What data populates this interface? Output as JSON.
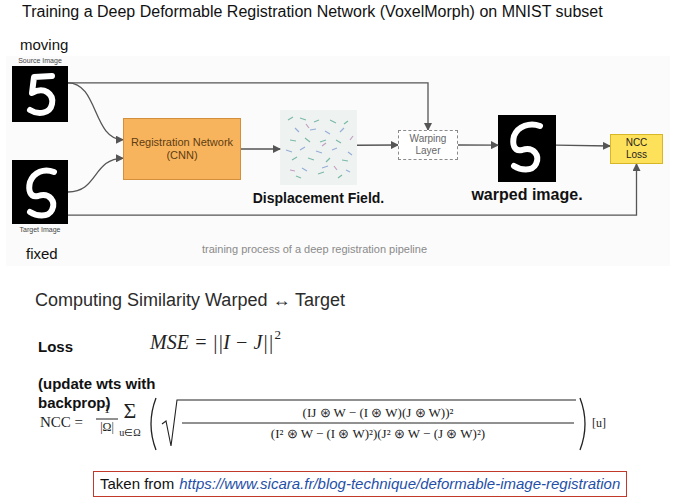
{
  "diagram": {
    "title": "Training a Deep Deformable Registration Network (VoxelMorph) on MNIST subset",
    "caption": "training process of a deep registration pipeline",
    "nodes": [
      {
        "text": [
          "Source Image"
        ]
      },
      {
        "text": [
          "Target Image"
        ]
      },
      {
        "text": [
          "Registration Network (CNN)"
        ]
      },
      {
        "text": [
          "Displacement Field."
        ]
      },
      {
        "text": [
          "Warping Layer"
        ]
      },
      {
        "text": [
          "warped image."
        ]
      },
      {
        "text": [
          "NCC Loss"
        ]
      },
      {
        "text": [
          "Taken from",
          "https://www.sicara.fr/blog-technique/deformable-image-registration"
        ]
      }
    ],
    "edges": [
      {
        "from": 0,
        "to": 2,
        "arrow": "to"
      },
      {
        "from": 1,
        "to": 2,
        "arrow": "to"
      },
      {
        "from": 2,
        "to": 3,
        "arrow": "to"
      },
      {
        "from": 0,
        "to": 4,
        "arrow": "to"
      },
      {
        "from": 3,
        "to": 4,
        "arrow": "to"
      },
      {
        "from": 4,
        "to": 5,
        "arrow": "to"
      },
      {
        "from": 5,
        "to": 6,
        "arrow": "to"
      },
      {
        "from": 1,
        "to": 6,
        "arrow": "to"
      }
    ],
    "labels": [
      "moving",
      "fixed",
      "Computing Similarity Warped ↔ Target",
      "Loss",
      "(update wts with backprop)",
      "MSE = ||I − J||",
      "2",
      "NCC =",
      "1",
      "|Ω|",
      "Σ",
      "u∈Ω",
      "(IJ ⊛ W − (I ⊛ W)(J ⊛ W))²",
      "(I² ⊛ W − (I ⊛ W)²)(J² ⊛ W − (J ⊛ W)²)",
      "[u]"
    ]
  }
}
